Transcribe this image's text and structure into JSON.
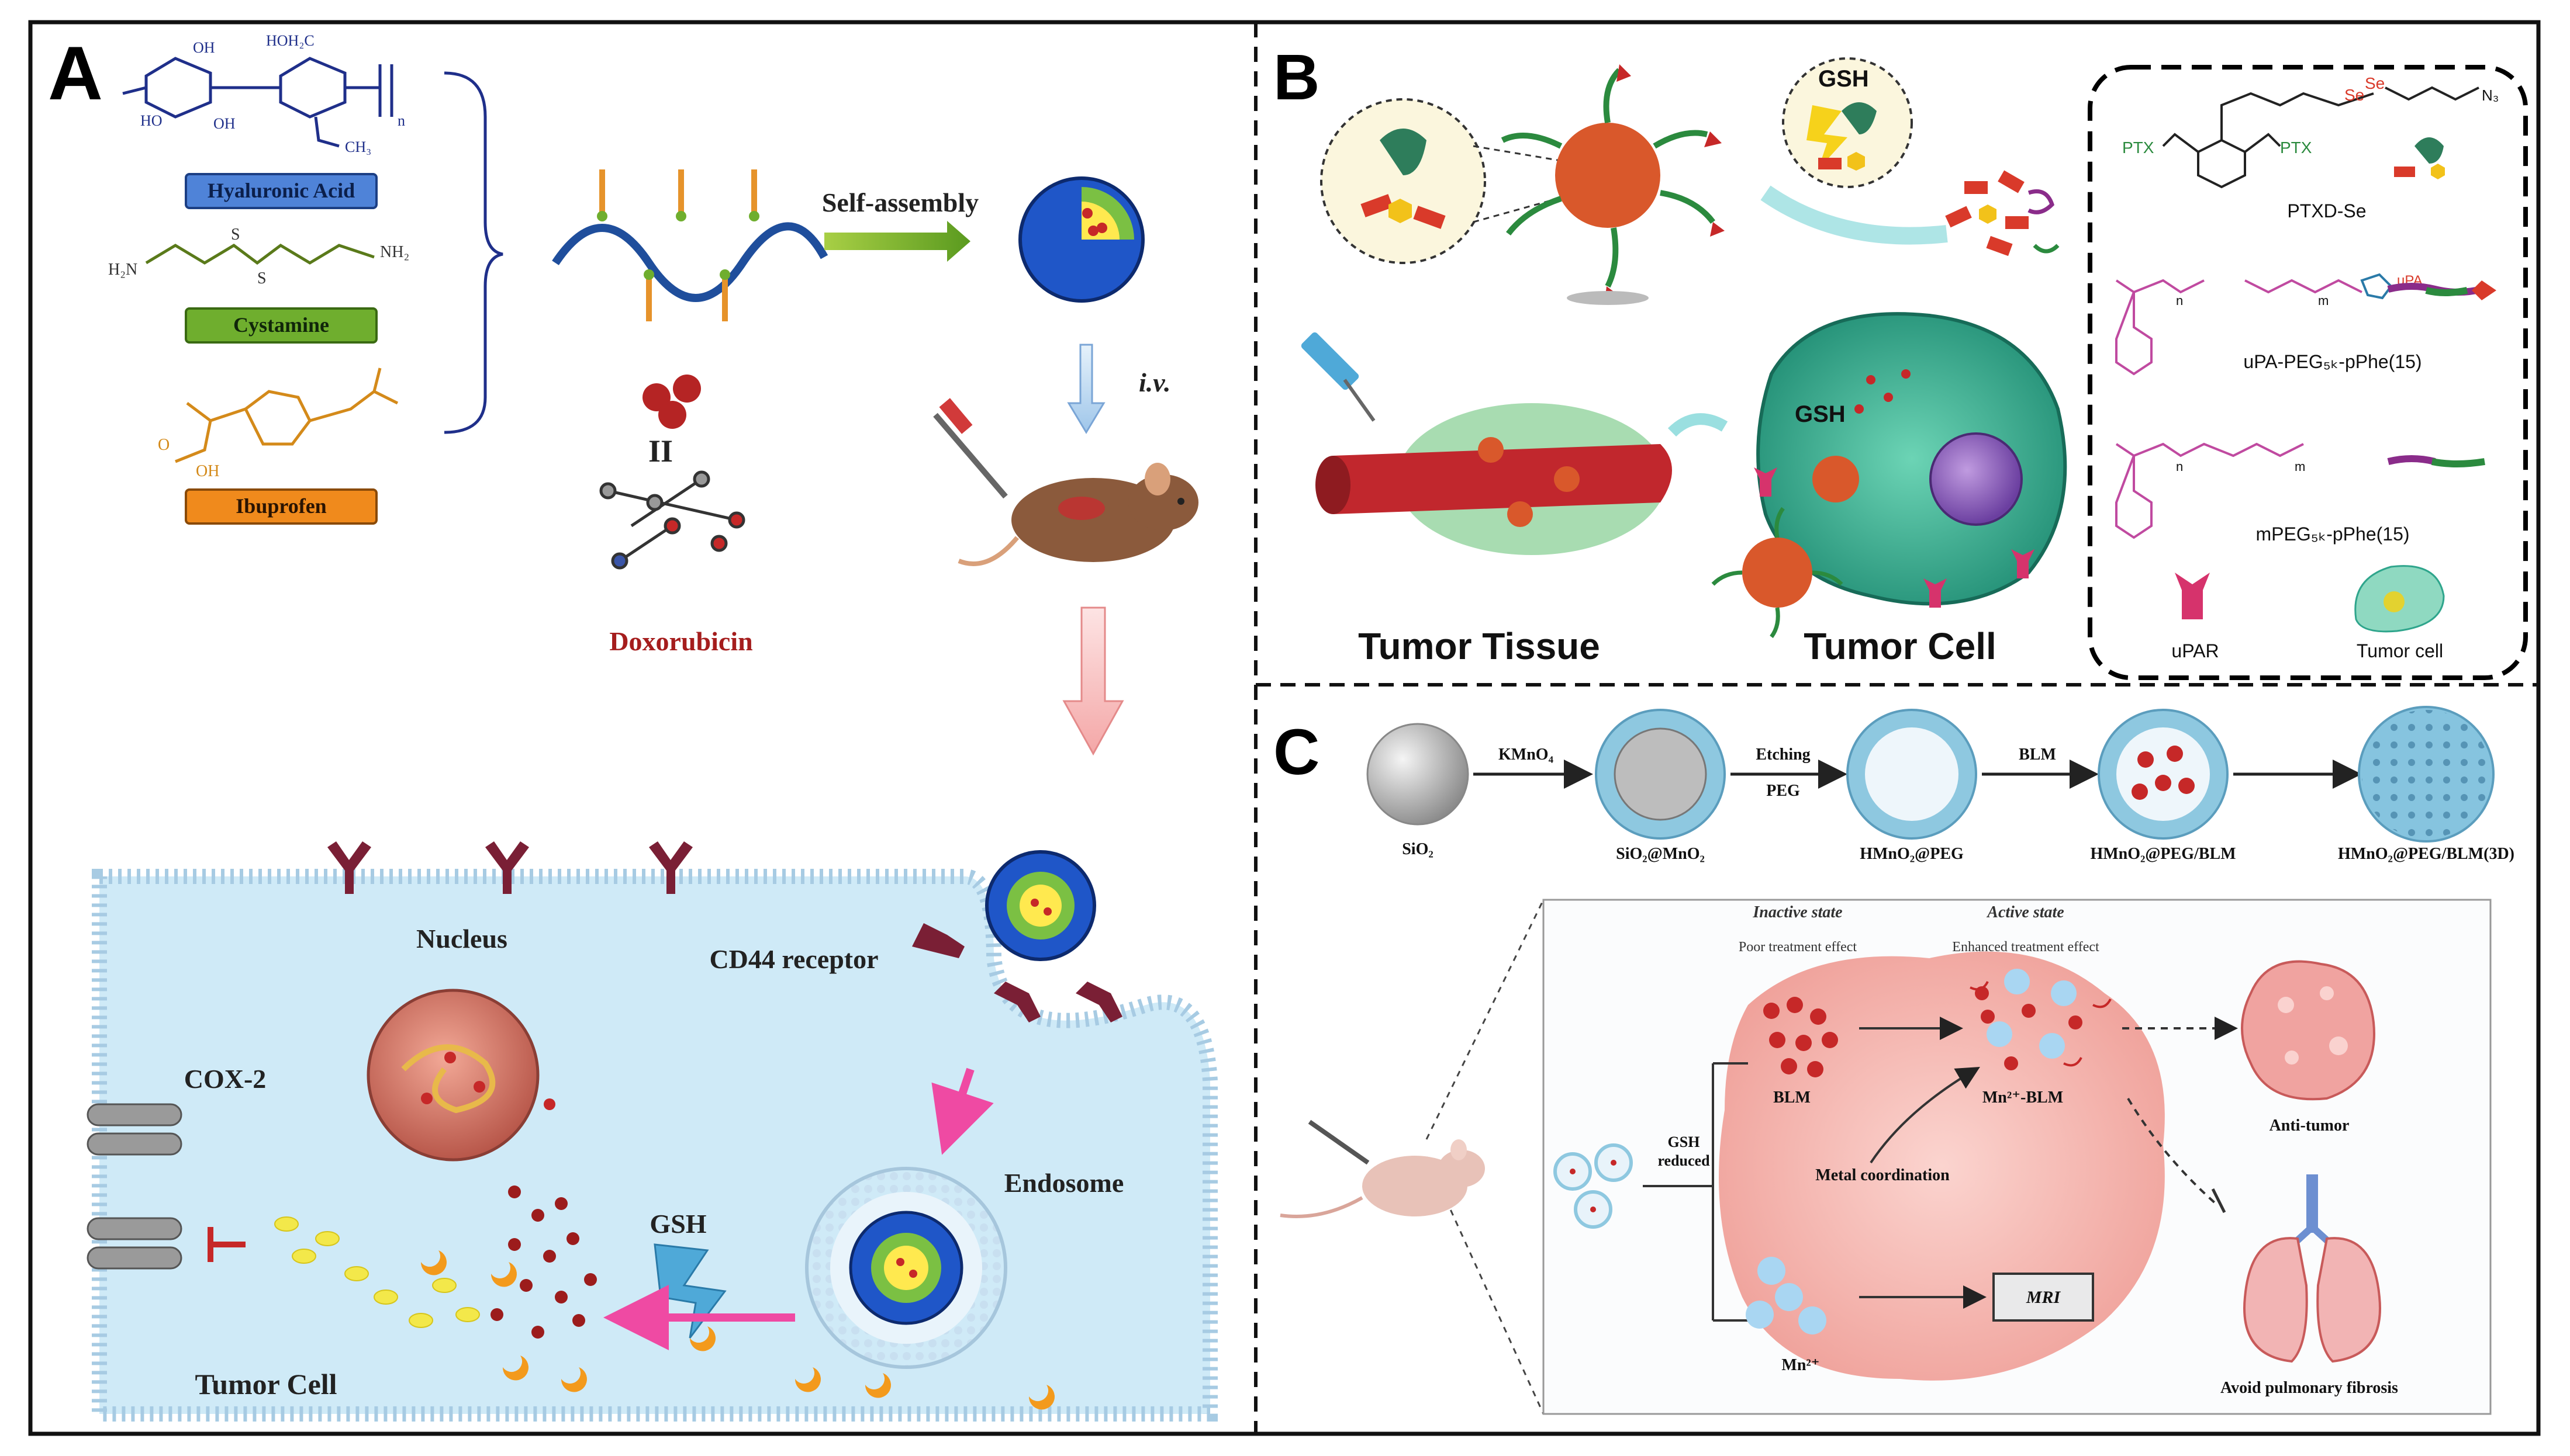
{
  "panels": {
    "A": {
      "letter": "A",
      "labels": {
        "hyaluronic_acid": "Hyaluronic Acid",
        "cystamine": "Cystamine",
        "ibuprofen": "Ibuprofen",
        "doxorubicin": "Doxorubicin",
        "self_assembly": "Self-assembly",
        "iv": "i.v.",
        "nucleus": "Nucleus",
        "cd44_receptor": "CD44 receptor",
        "cox2": "COX-2",
        "endosome": "Endosome",
        "gsh": "GSH",
        "tumor_cell": "Tumor Cell",
        "equals": "II"
      },
      "chem": {
        "hoh2c": "HOH₂C",
        "oh1": "OH",
        "oh2": "HO",
        "oh3": "OH",
        "n_sub": "n",
        "ch3": "CH₃",
        "h2n": "H₂N",
        "nh2": "NH₂",
        "s1": "S",
        "s2": "S",
        "cooh": "OH",
        "o": "O"
      },
      "colors": {
        "ha_box": "#4f83d8",
        "cys_box": "#6fae2e",
        "ibu_box": "#f08a1c",
        "polymer": "#1f4e9c",
        "cell_bg": "#cfeaf7",
        "receptor": "#7a1f35"
      }
    },
    "B": {
      "letter": "B",
      "labels": {
        "gsh_top": "GSH",
        "gsh_cell": "GSH",
        "tumor_tissue": "Tumor Tissue",
        "tumor_cell": "Tumor Cell",
        "ptxd_se": "PTXD-Se",
        "upa_peg": "uPA-PEG₅ₖ-pPhe(15)",
        "mpeg": "mPEG₅ₖ-pPhe(15)",
        "upar": "uPAR",
        "tumor_cell_legend": "Tumor cell",
        "ptx1": "PTX",
        "ptx2": "PTX",
        "se": "Se",
        "se2": "Se",
        "upa": "uPA",
        "n3": "N₃",
        "m1": "m",
        "m2": "m",
        "n1": "n",
        "n2": "n"
      },
      "colors": {
        "tumor_cell": "#2fa58c",
        "vessel": "#c1272d",
        "legend_dash": "#000000"
      }
    },
    "C": {
      "letter": "C",
      "labels": {
        "sio2": "SiO₂",
        "kmno4": "KMnO₄",
        "sio2_mno2": "SiO₂@MnO₂",
        "etching": "Etching",
        "peg": "PEG",
        "hmno2_peg": "HMnO₂@PEG",
        "blm_arrow": "BLM",
        "hmno2_peg_blm": "HMnO₂@PEG/BLM",
        "hmno2_peg_blm_3d": "HMnO₂@PEG/BLM(3D)",
        "inactive_state": "Inactive state",
        "active_state": "Active state",
        "poor_effect": "Poor treatment effect",
        "enhanced_effect": "Enhanced treatment effect",
        "blm": "BLM",
        "mn_blm": "Mn²⁺-BLM",
        "gsh_reduced_1": "GSH",
        "gsh_reduced_2": "reduced",
        "metal_coordination": "Metal coordination",
        "mri": "MRI",
        "mn2": "Mn²⁺",
        "anti_tumor": "Anti-tumor",
        "avoid_fibrosis": "Avoid pulmonary fibrosis"
      },
      "colors": {
        "shell": "#8ec8e0",
        "tumor": "#f4c2bf",
        "blm_dot": "#c62828",
        "mn_dot": "#a9d6f2"
      }
    }
  }
}
